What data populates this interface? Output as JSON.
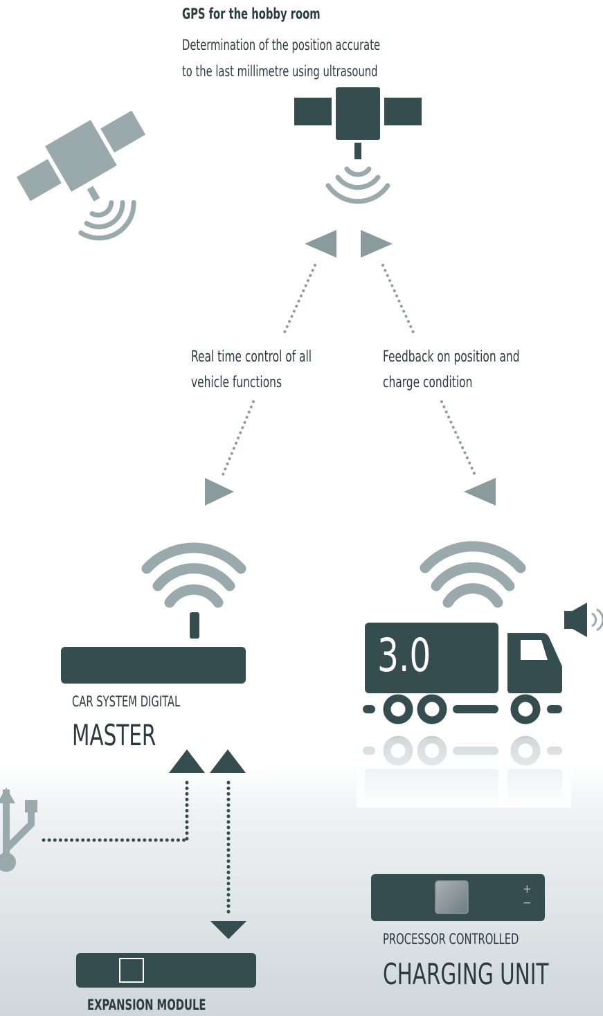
{
  "gps": {
    "title": "GPS for the hobby room",
    "description": "Determination of the position accurate\nto the last millimetre using ultrasound"
  },
  "flows": {
    "control": "Real time control of all\nvehicle functions",
    "feedback": "Feedback on position and\ncharge condition"
  },
  "master": {
    "subtitle": "CAR SYSTEM DIGITAL",
    "title": "MASTER"
  },
  "vehicle": {
    "badge": "3.0"
  },
  "charging_unit": {
    "subtitle": "PROCESSOR CONTROLLED",
    "title": "CHARGING UNIT",
    "plus": "+",
    "minus": "−"
  },
  "expansion": {
    "label": "EXPANSION MODULE"
  },
  "colors": {
    "dark": "#364d50",
    "grey": "#9aa9ac",
    "label": "#2b3a3e"
  },
  "icons": [
    "satellite-icon",
    "signal-waves-icon",
    "usb-icon",
    "speaker-icon",
    "truck-icon",
    "wifi-icon"
  ]
}
